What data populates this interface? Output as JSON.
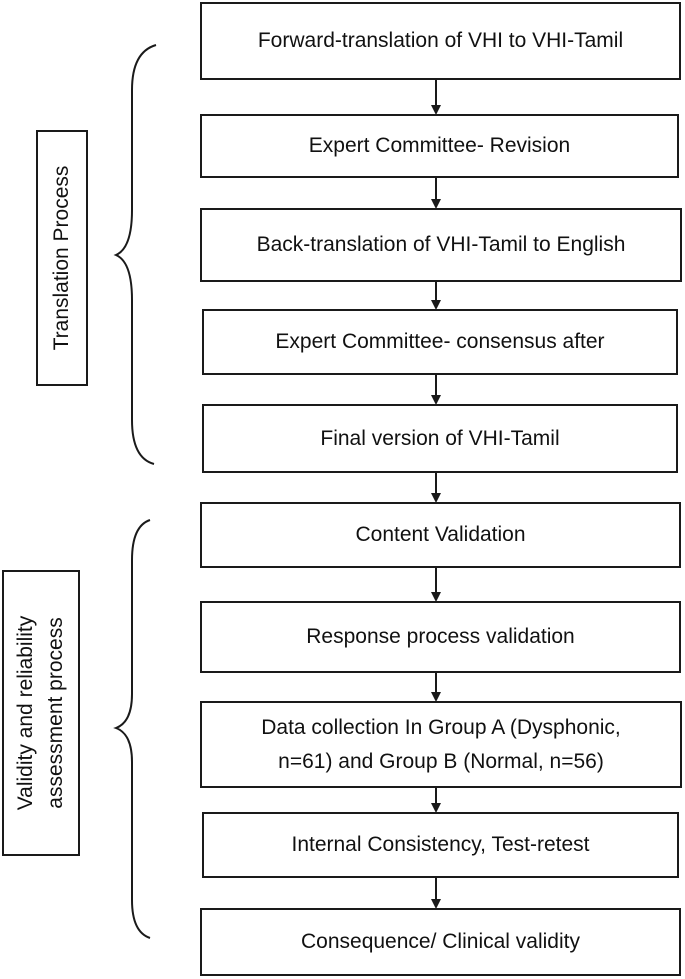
{
  "steps": [
    "Forward-translation of VHI to VHI-Tamil",
    "Expert Committee- Revision",
    "Back-translation of VHI-Tamil to English",
    "Expert Committee- consensus after",
    "Final version of VHI-Tamil",
    "Content Validation",
    "Response process validation",
    [
      "Data collection In Group A (Dysphonic,",
      "n=61) and Group B (Normal, n=56)"
    ],
    "Internal Consistency, Test-retest",
    "Consequence/ Clinical validity"
  ],
  "sections": {
    "translation": "Translation Process",
    "validity": [
      "Validity and reliability",
      "assessment process"
    ]
  }
}
